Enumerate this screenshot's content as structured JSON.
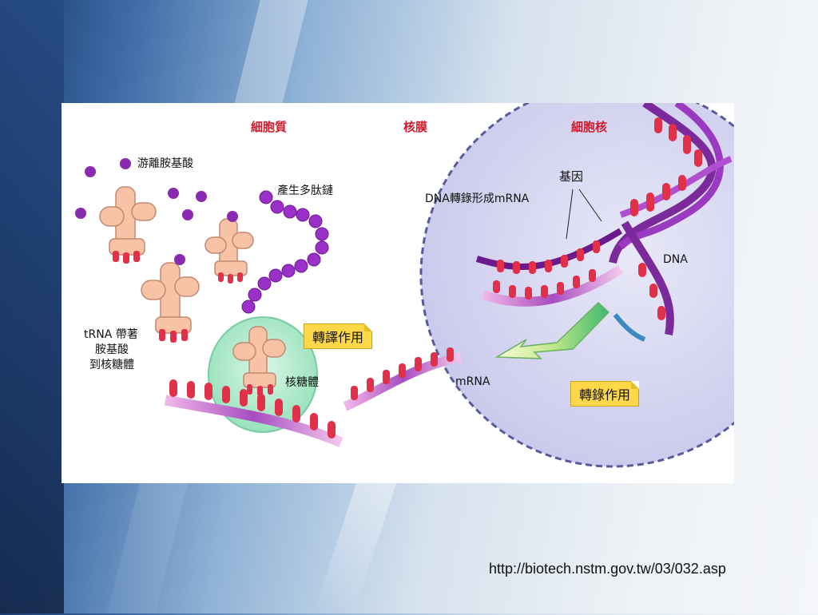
{
  "figure": {
    "regions": {
      "cytoplasm": "細胞質",
      "nuclear_membrane": "核膜",
      "nucleus": "細胞核"
    },
    "labels": {
      "free_amino_acid": "游離胺基酸",
      "polypeptide": "產生多肽鏈",
      "trna_line1": "tRNA 帶著",
      "trna_line2": "胺基酸",
      "trna_line3": "到核糖體",
      "ribosome": "核糖體",
      "mrna": "mRNA",
      "dna_to_mrna": "DNA轉錄形成mRNA",
      "gene": "基因",
      "dna": "DNA"
    },
    "callouts": {
      "translation": "轉譯作用",
      "transcription": "轉錄作用"
    }
  },
  "source_url": "http://biotech.nstm.gov.tw/03/032.asp"
}
